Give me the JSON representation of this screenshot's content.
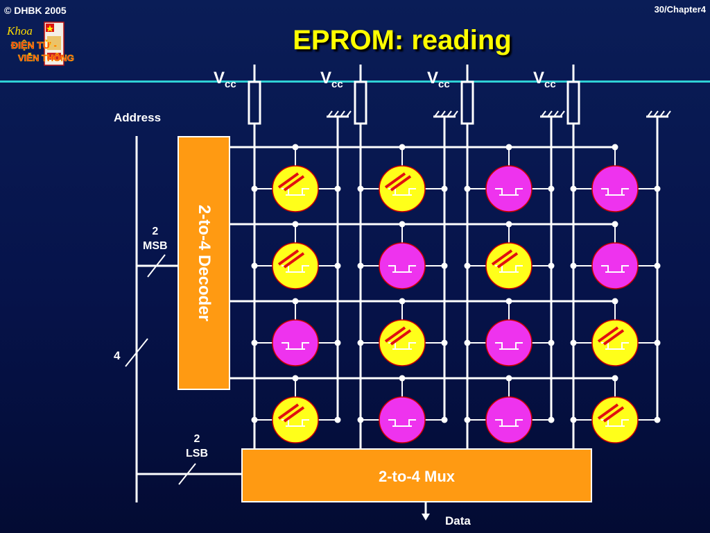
{
  "header": {
    "copyright": "© DHBK 2005",
    "page_ref": "30/Chapter4",
    "title": "EPROM: reading"
  },
  "logo": {
    "line1": "Khoa",
    "line2": "ĐIỆN TỬ -",
    "line3": "VIỄN THÔNG"
  },
  "labels": {
    "address": "Address",
    "msb_count": "2",
    "msb": "MSB",
    "bus_width": "4",
    "lsb_count": "2",
    "lsb": "LSB",
    "data": "Data"
  },
  "decoder": {
    "label": "2-to-4 Decoder"
  },
  "mux": {
    "label": "2-to-4 Mux"
  },
  "vcc": {
    "symbol": "V",
    "subscript": "cc"
  },
  "colors": {
    "programmed_cell": "#ffff1a",
    "erased_cell": "#ee33ee",
    "block_fill": "#ff9a12",
    "accent_rule": "#2fd1d6",
    "title": "#ffff00"
  },
  "cell_states": [
    [
      "programmed",
      "programmed",
      "erased",
      "erased"
    ],
    [
      "programmed",
      "erased",
      "programmed",
      "erased"
    ],
    [
      "erased",
      "programmed",
      "erased",
      "programmed"
    ],
    [
      "programmed",
      "erased",
      "erased",
      "programmed"
    ]
  ]
}
